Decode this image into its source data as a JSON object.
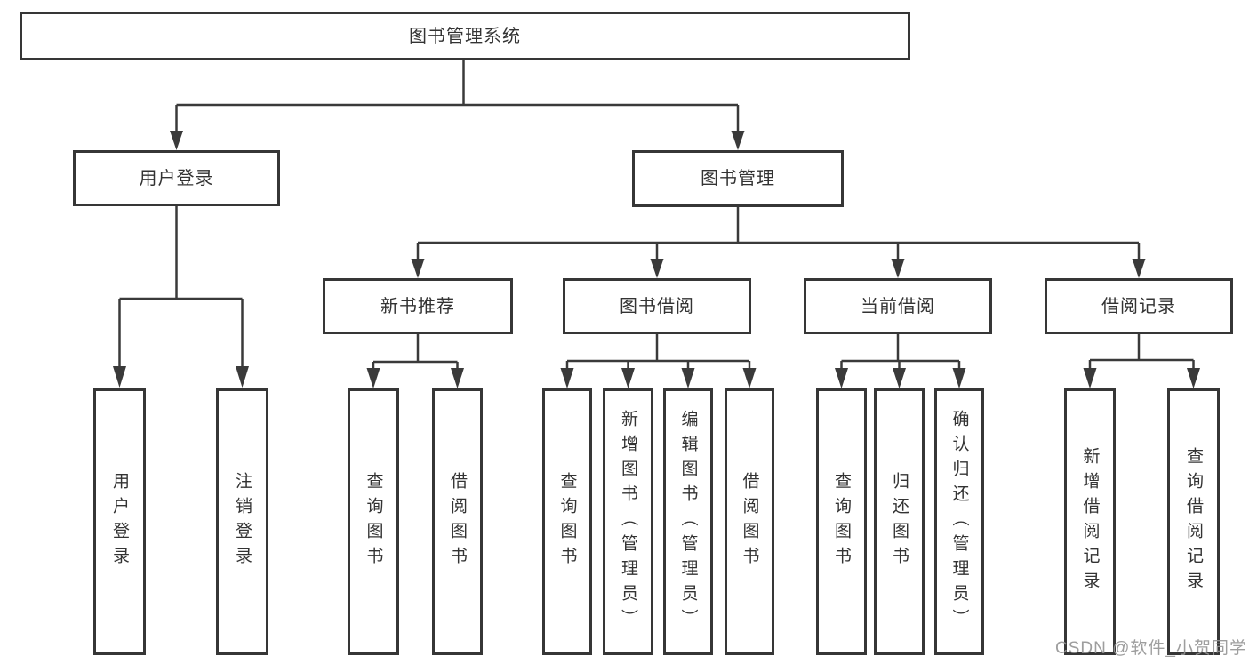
{
  "colors": {
    "line": "#3a3a3a",
    "box_border": "#363636",
    "text": "#333333",
    "watermark": "#949494",
    "background": "#ffffff"
  },
  "root": {
    "label": "图书管理系统"
  },
  "branches": {
    "user_login": {
      "label": "用户登录",
      "children": [
        {
          "label": "用户登录"
        },
        {
          "label": "注销登录"
        }
      ]
    },
    "book_mgmt": {
      "label": "图书管理",
      "children": [
        {
          "label": "新书推荐",
          "children": [
            {
              "label": "查询图书"
            },
            {
              "label": "借阅图书"
            }
          ]
        },
        {
          "label": "图书借阅",
          "children": [
            {
              "label": "查询图书"
            },
            {
              "label": "新增图书（管理员）"
            },
            {
              "label": "编辑图书（管理员）"
            },
            {
              "label": "借阅图书"
            }
          ]
        },
        {
          "label": "当前借阅",
          "children": [
            {
              "label": "查询图书"
            },
            {
              "label": "归还图书"
            },
            {
              "label": "确认归还（管理员）"
            }
          ]
        },
        {
          "label": "借阅记录",
          "children": [
            {
              "label": "新增借阅记录"
            },
            {
              "label": "查询借阅记录"
            }
          ]
        }
      ]
    }
  },
  "watermark": "CSDN @软件_小贺同学"
}
